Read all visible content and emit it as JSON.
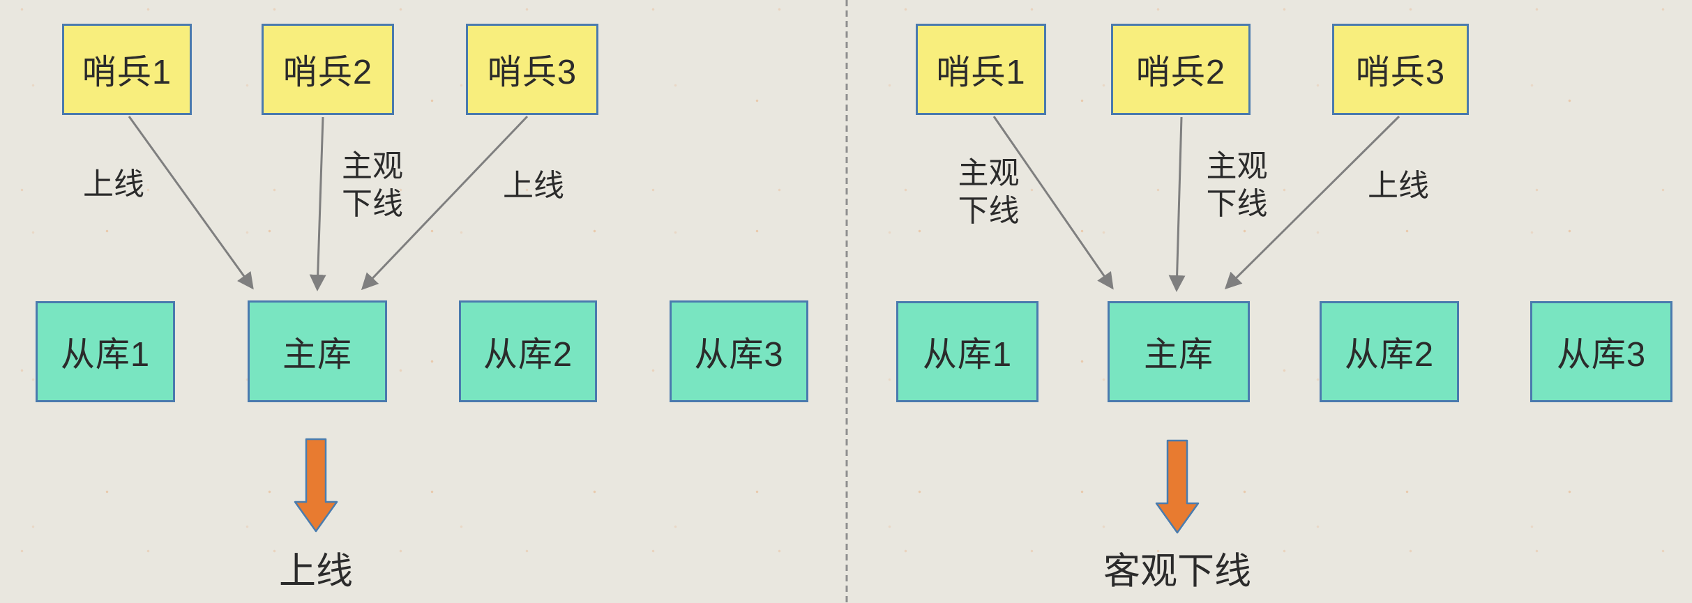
{
  "diagram": {
    "title_semantic": "sentinel-master-offline-voting-diagram",
    "panels": [
      {
        "id": "left",
        "sentinels": [
          "哨兵1",
          "哨兵2",
          "哨兵3"
        ],
        "edge_labels": [
          "上线",
          "主观\n下线",
          "上线"
        ],
        "databases": [
          "从库1",
          "主库",
          "从库2",
          "从库3"
        ],
        "outcome_label": "上线"
      },
      {
        "id": "right",
        "sentinels": [
          "哨兵1",
          "哨兵2",
          "哨兵3"
        ],
        "edge_labels": [
          "主观\n下线",
          "主观\n下线",
          "上线"
        ],
        "databases": [
          "从库1",
          "主库",
          "从库2",
          "从库3"
        ],
        "outcome_label": "客观下线"
      }
    ]
  },
  "colors": {
    "background": "#e9e7df",
    "box_border": "#4a7aae",
    "sentinel_fill": "#f8ee7d",
    "database_fill": "#79e5c1",
    "text": "#2b2b2b",
    "connector_gray": "#7f7f7f",
    "divider_gray": "#8f8f8f",
    "highlight_arrow_orange": "#e87b30",
    "highlight_arrow_outline": "#4a7cae",
    "dot_texture": "#e8a670"
  }
}
